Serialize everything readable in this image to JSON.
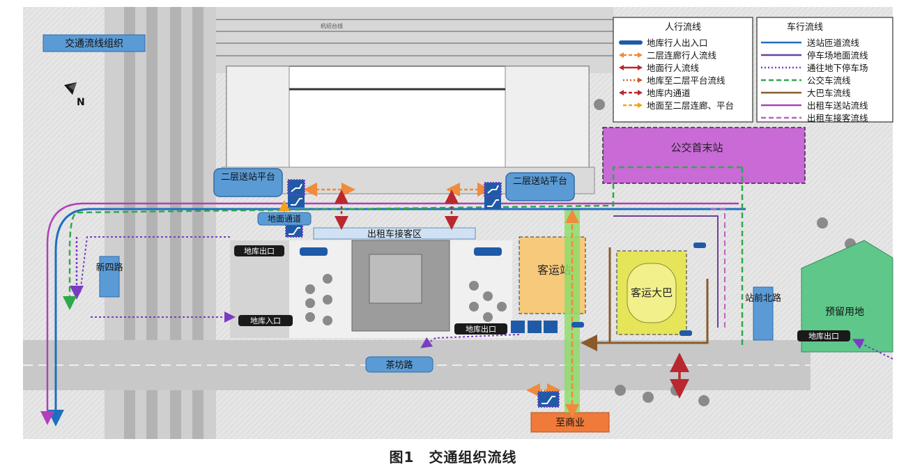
{
  "map_title": "交通流线组织",
  "north": "N",
  "rail_label": "杭绍台线",
  "caption": "图1　交通组织流线",
  "areas": {
    "bus_terminal": "公交首末站",
    "taxi_pickup": "出租车接客区",
    "passenger_station": "客运站",
    "coach_area": "客运大巴",
    "reserved_land": "预留用地",
    "to_commerce": "至商业"
  },
  "callouts": {
    "platform_left": "二层送站平台",
    "platform_right": "二层送站平台",
    "ground_passage": "地面通道",
    "garage_exit_left": "地库出口",
    "garage_entry": "地库入口",
    "garage_exit_bottom": "地库出口",
    "garage_exit_right": "地库出口"
  },
  "roads": {
    "xinsi": "新四路",
    "chafang": "茶坊路",
    "zhanqian_north": "站前北路"
  },
  "legend_pedestrian": {
    "title": "人行流线",
    "items": [
      {
        "label": "地库行人出入口",
        "color": "#1f5aa8",
        "style": "bar"
      },
      {
        "label": "二层连廊行人流线",
        "color": "#f08a3c",
        "style": "double-dash"
      },
      {
        "label": "地面行人流线",
        "color": "#b8282e",
        "style": "double-solid"
      },
      {
        "label": "地库至二层平台流线",
        "color": "#c8622a",
        "style": "dot-arrow"
      },
      {
        "label": "地库内通道",
        "color": "#b8282e",
        "style": "double-dash"
      },
      {
        "label": "地面至二层连廊、平台",
        "color": "#f2a21c",
        "style": "dash-arrow"
      }
    ]
  },
  "legend_vehicle": {
    "title": "车行流线",
    "items": [
      {
        "label": "送站匝道流线",
        "color": "#1f6fc0",
        "style": "solid"
      },
      {
        "label": "停车场地面流线",
        "color": "#6a3fa0",
        "style": "solid"
      },
      {
        "label": "通往地下停车场",
        "color": "#7a3cc2",
        "style": "dotted"
      },
      {
        "label": "公交车流线",
        "color": "#2fa84a",
        "style": "dashed"
      },
      {
        "label": "大巴车流线",
        "color": "#8a5a2b",
        "style": "solid"
      },
      {
        "label": "出租车送站流线",
        "color": "#b040b8",
        "style": "solid"
      },
      {
        "label": "出租车接客流线",
        "color": "#c060c0",
        "style": "dashed"
      }
    ]
  }
}
